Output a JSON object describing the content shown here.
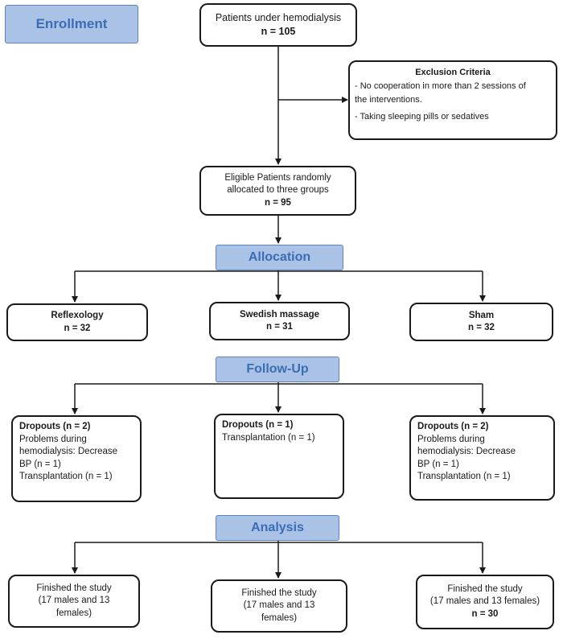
{
  "phases": {
    "enrollment": "Enrollment",
    "allocation": "Allocation",
    "followup": "Follow-Up",
    "analysis": "Analysis"
  },
  "enrollment": {
    "label": "Patients under hemodialysis",
    "n": "n = 105"
  },
  "exclusion": {
    "title": "Exclusion Criteria",
    "item1a": "- No cooperation in more than 2 sessions of",
    "item1b": "the interventions.",
    "item2": "- Taking sleeping pills or sedatives"
  },
  "eligible": {
    "line1": "Eligible Patients randomly",
    "line2": "allocated to three groups",
    "n": "n = 95"
  },
  "groups": [
    {
      "name": "Reflexology",
      "n": "n = 32"
    },
    {
      "name": "Swedish massage",
      "n": "n = 31"
    },
    {
      "name": "Sham",
      "n": "n = 32"
    }
  ],
  "dropouts": [
    {
      "title": "Dropouts (n = 2)",
      "lines": [
        "Problems during",
        "hemodialysis: Decrease",
        "BP (n = 1)",
        "Transplantation (n = 1)"
      ]
    },
    {
      "title": "Dropouts (n = 1)",
      "lines": [
        "Transplantation (n = 1)"
      ]
    },
    {
      "title": "Dropouts (n = 2)",
      "lines": [
        "Problems during",
        "hemodialysis: Decrease",
        "BP (n = 1)",
        "Transplantation (n = 1)"
      ]
    }
  ],
  "analysis": [
    {
      "line1": "Finished the study",
      "line2": "(17 males and 13",
      "line3": "females)"
    },
    {
      "line1": "Finished the study",
      "line2": "(17 males and 13",
      "line3": "females)"
    },
    {
      "line1": "Finished the study",
      "line2": "(17 males and 13 females)",
      "line3": "n = 30"
    }
  ]
}
